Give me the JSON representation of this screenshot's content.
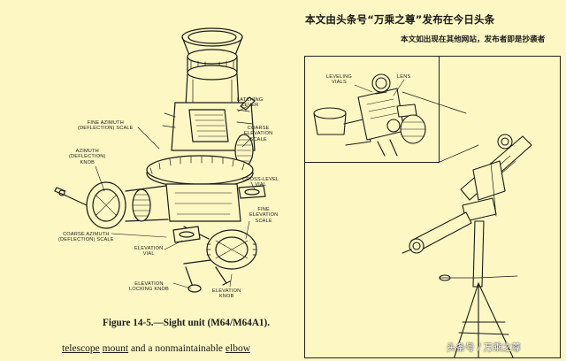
{
  "header": {
    "line1": "本文由头条号“万乘之尊”发布在今日头条",
    "line2": "本文如出现在其他网站，发布者即是抄袭者"
  },
  "left_figure": {
    "labels": {
      "latching_lever": "LATCHING\nLEVER",
      "fine_azimuth_scale": "FINE AZIMUTH\n(DEFLECTION) SCALE",
      "azimuth_knob": "AZIMUTH\n(DEFLECTION)\nKNOB",
      "coarse_elevation_scale": "COARSE\nELEVATION\nSCALE",
      "cross_level_vial": "CROSS-LEVEL\nVIAL",
      "fine_elevation_scale": "FINE\nELEVATION\nSCALE",
      "coarse_azimuth_scale": "COARSE AZIMUTH\n(DEFLECTION) SCALE",
      "elevation_vial": "ELEVATION\nVIAL",
      "elevation_locking_knob": "ELEVATION\nLOCKING KNOB",
      "elevation_knob": "ELEVATION\nKNOB"
    },
    "caption": "Figure 14-5.—Sight unit (M64/M64A1)."
  },
  "right_figure": {
    "labels": {
      "leveling_vials": "LEVELING\nVIALS",
      "lens": "LENS"
    }
  },
  "bottom_text": {
    "w1": "telescope",
    "w2": "mount",
    "mid": " and a nonmaintainable ",
    "w3": "elbow",
    "sp": " "
  },
  "watermark": "头条号 / 万乘之尊"
}
